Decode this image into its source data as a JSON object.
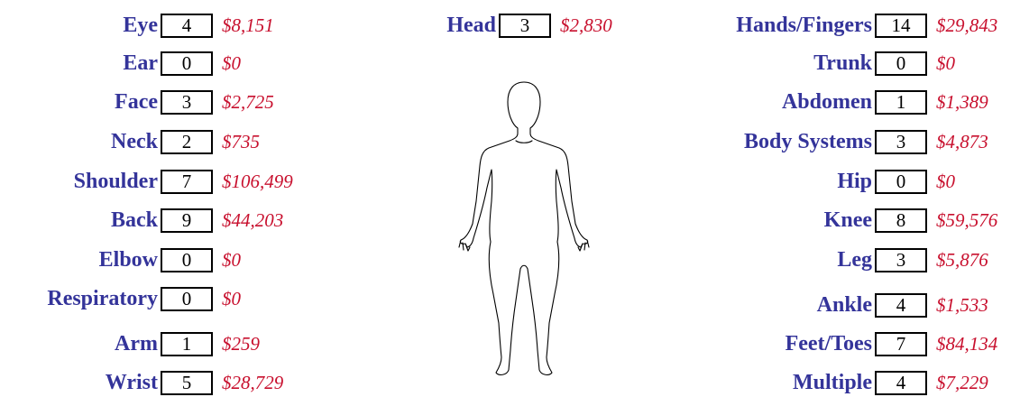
{
  "colors": {
    "label": "#34349a",
    "cost": "#c8102e",
    "box_border": "#000000"
  },
  "figure": {
    "icon": "human-body-outline-icon"
  },
  "body_parts": {
    "eye": {
      "label": "Eye",
      "count": "4",
      "cost": "$8,151"
    },
    "ear": {
      "label": "Ear",
      "count": "0",
      "cost": "$0"
    },
    "face": {
      "label": "Face",
      "count": "3",
      "cost": "$2,725"
    },
    "neck": {
      "label": "Neck",
      "count": "2",
      "cost": "$735"
    },
    "shoulder": {
      "label": "Shoulder",
      "count": "7",
      "cost": "$106,499"
    },
    "back": {
      "label": "Back",
      "count": "9",
      "cost": "$44,203"
    },
    "elbow": {
      "label": "Elbow",
      "count": "0",
      "cost": "$0"
    },
    "respiratory": {
      "label": "Respiratory",
      "count": "0",
      "cost": "$0"
    },
    "arm": {
      "label": "Arm",
      "count": "1",
      "cost": "$259"
    },
    "wrist": {
      "label": "Wrist",
      "count": "5",
      "cost": "$28,729"
    },
    "head": {
      "label": "Head",
      "count": "3",
      "cost": "$2,830"
    },
    "hands_fingers": {
      "label": "Hands/Fingers",
      "count": "14",
      "cost": "$29,843"
    },
    "trunk": {
      "label": "Trunk",
      "count": "0",
      "cost": "$0"
    },
    "abdomen": {
      "label": "Abdomen",
      "count": "1",
      "cost": "$1,389"
    },
    "body_systems": {
      "label": "Body Systems",
      "count": "3",
      "cost": "$4,873"
    },
    "hip": {
      "label": "Hip",
      "count": "0",
      "cost": "$0"
    },
    "knee": {
      "label": "Knee",
      "count": "8",
      "cost": "$59,576"
    },
    "leg": {
      "label": "Leg",
      "count": "3",
      "cost": "$5,876"
    },
    "ankle": {
      "label": "Ankle",
      "count": "4",
      "cost": "$1,533"
    },
    "feet_toes": {
      "label": "Feet/Toes",
      "count": "7",
      "cost": "$84,134"
    },
    "multiple": {
      "label": "Multiple",
      "count": "4",
      "cost": "$7,229"
    }
  }
}
